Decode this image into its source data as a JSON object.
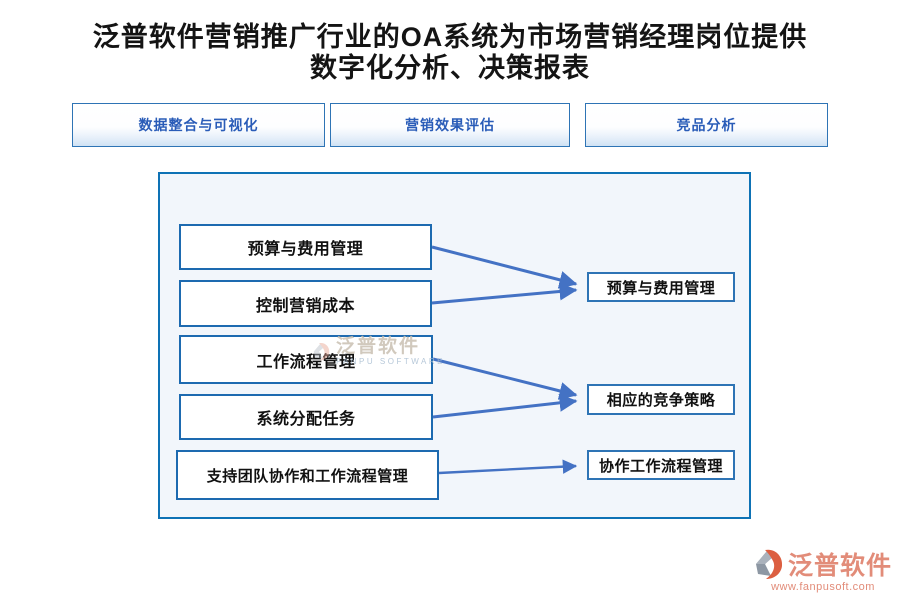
{
  "title": {
    "line1": "泛普软件营销推广行业的OA系统为市场营销经理岗位提供",
    "line2": "数字化分析、决策报表"
  },
  "tabs": [
    {
      "label": "数据整合与可视化"
    },
    {
      "label": "营销效果评估"
    },
    {
      "label": "竞品分析"
    }
  ],
  "diagram": {
    "left_boxes": [
      "预算与费用管理",
      "控制营销成本",
      "工作流程管理",
      "系统分配任务",
      "支持团队协作和工作流程管理"
    ],
    "right_boxes": [
      "预算与费用管理",
      "相应的竞争策略",
      "协作工作流程管理"
    ],
    "connections": [
      {
        "from": 0,
        "to": 0
      },
      {
        "from": 1,
        "to": 0
      },
      {
        "from": 2,
        "to": 1
      },
      {
        "from": 3,
        "to": 1
      },
      {
        "from": 4,
        "to": 2
      }
    ]
  },
  "watermark": {
    "name": "泛普软件",
    "subtitle": "FANPU SOFTWARE"
  },
  "footer_logo": {
    "name": "泛普软件",
    "url": "www.fanpusoft.com"
  },
  "colors": {
    "panel_border": "#0e72b5",
    "panel_background": "#f2f6fb",
    "node_border_left": "#1d6ab0",
    "node_border_right": "#2e74b5",
    "arrow": "#4472c4",
    "tab_border": "#2e74b5",
    "tab_text": "#2a5cb8",
    "title_text": "#141414",
    "logo_coral": "#e28c79",
    "logo_crescent": "#dc5f41",
    "logo_gray": "#8d97a3"
  }
}
